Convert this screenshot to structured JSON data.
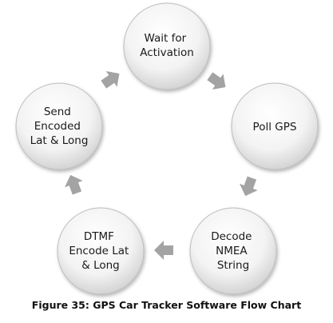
{
  "diagram": {
    "nodes": [
      {
        "id": "wait",
        "lines": [
          "Wait for",
          "Activation"
        ]
      },
      {
        "id": "poll",
        "lines": [
          "Poll GPS"
        ]
      },
      {
        "id": "decode",
        "lines": [
          "Decode",
          "NMEA",
          "String"
        ]
      },
      {
        "id": "dtmf",
        "lines": [
          "DTMF",
          "Encode Lat",
          "& Long"
        ]
      },
      {
        "id": "send",
        "lines": [
          "Send",
          "Encoded",
          "Lat & Long"
        ]
      }
    ],
    "caption": "Figure 35: GPS Car Tracker Software Flow Chart",
    "colors": {
      "circle_light": "#ffffff",
      "circle_mid": "#f1f1f1",
      "circle_dark": "#cfcfcf",
      "circle_edge": "#b8b8b8",
      "arrow": "#a3a3a3",
      "text": "#1a1a1a"
    }
  }
}
